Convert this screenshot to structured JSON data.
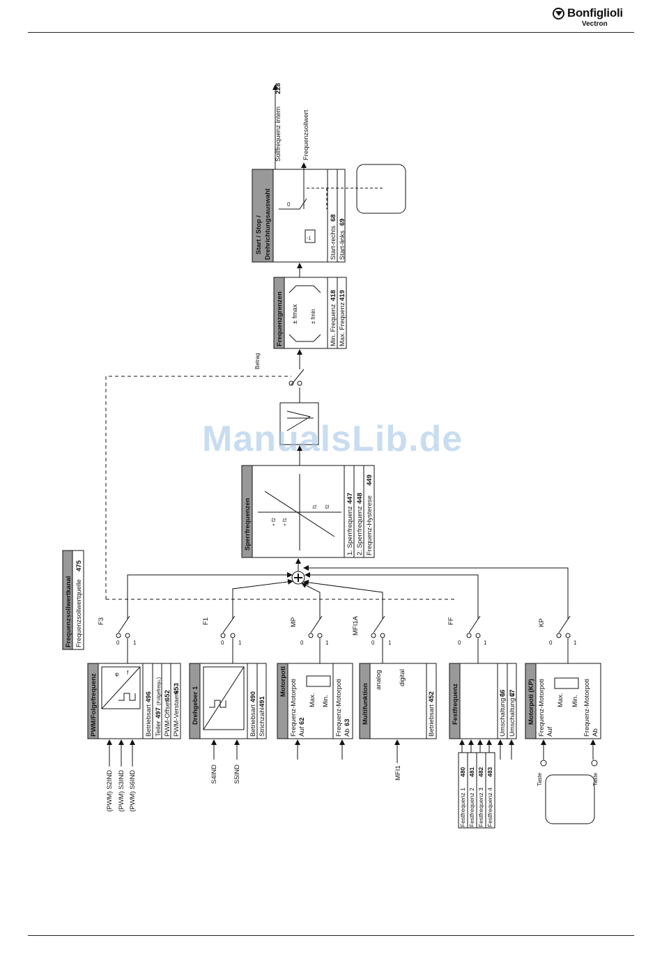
{
  "header": {
    "brand": "Bonfiglioli",
    "sub": "Vectron"
  },
  "watermark": "ManualsLib.de",
  "channel": {
    "title": "Frequenzsollwertkanal",
    "source": "Frequenzsollwertquelle",
    "source_num": "475"
  },
  "inputs": {
    "s2": "(PWM) S2IND",
    "s3": "(PWM) S3IND",
    "s6": "(PWM) S6IND",
    "s4": "S4IND",
    "s5": "S5IND",
    "mfi": "MFI1",
    "taste1": "Taste",
    "taste2": "Taste"
  },
  "blocks": {
    "pwm": {
      "title": "PWM/Folgefrequenz",
      "p1": "Betriebsart",
      "n1": "496",
      "p2": "Teiler",
      "n2": "497",
      "p2b": "(Folgefrequ.)",
      "p3": "PWM-Offset",
      "n3": "652",
      "p4": "PWM-Verstaerk.",
      "n4": "653",
      "phi": "φ",
      "f": "f"
    },
    "dreh": {
      "title": "Drehgeber 1",
      "p1": "Betriebsart",
      "n1": "490",
      "p2": "Strichzahl",
      "n2": "491"
    },
    "mp": {
      "title": "Motorpoti",
      "auf": "Frequenz-Motorpoti",
      "auf2": "Auf",
      "auf_n": "62",
      "ab": "Frequenz-Motorpoti",
      "ab2": "Ab",
      "ab_n": "63",
      "max": "Max.",
      "min": "Min."
    },
    "multi": {
      "title": "Multifunktion",
      "analog": "analog",
      "digital": "digital",
      "p1": "Betriebsart",
      "n1": "452"
    },
    "fest": {
      "title": "Festfrequenz",
      "u1": "Umschaltung 1",
      "un1": "66",
      "u2": "Umschaltung 2",
      "un2": "67"
    },
    "kp": {
      "title": "Motorpoti (KP)",
      "auf": "Frequenz-Motorpoti",
      "auf2": "Auf",
      "ab": "Frequenz-Motorpoti",
      "ab2": "Ab",
      "max": "Max.",
      "min": "Min."
    },
    "sperr": {
      "title": "Sperrfrequenzen",
      "p1": "1. Sperrfrequenz",
      "n1": "447",
      "p2": "2. Sperrfrequenz",
      "n2": "448",
      "p3": "Frequenz-Hysterese",
      "n3": "449",
      "f1": "f1",
      "f2": "f2",
      "pf1": "+ f1",
      "pf2": "+ f2"
    },
    "grenz": {
      "title": "Frequenzgrenzen",
      "fmax": "± fmax",
      "fmin": "± fmin",
      "p1": "Min. Frequenz",
      "n1": "418",
      "p2": "Max. Frequenz",
      "n2": "419"
    },
    "start": {
      "title1": "Start / Stop /",
      "title2": "Drehrichtungsauswahl",
      "p1": "Start-rechts",
      "n1": "68",
      "p2": "Start-links",
      "n2": "69",
      "zero": "0",
      "neg": "-1"
    }
  },
  "fixed": [
    {
      "label": "Festfrequenz 1",
      "num": "480"
    },
    {
      "label": "Festfrequenz 2",
      "num": "481"
    },
    {
      "label": "Festfrequenz 3",
      "num": "482"
    },
    {
      "label": "Festfrequenz 4",
      "num": "483"
    }
  ],
  "switches": {
    "f3": "F3",
    "f1": "F1",
    "mp": "MP",
    "mfi1a": "MFI1A",
    "ff": "FF",
    "kp": "KP",
    "zero": "0",
    "one": "1"
  },
  "outputs": {
    "intern": "Sollfrequenz intern",
    "intern_num": "228",
    "sollwert": "Frequenzsollwert"
  },
  "betrag": "Betrag"
}
